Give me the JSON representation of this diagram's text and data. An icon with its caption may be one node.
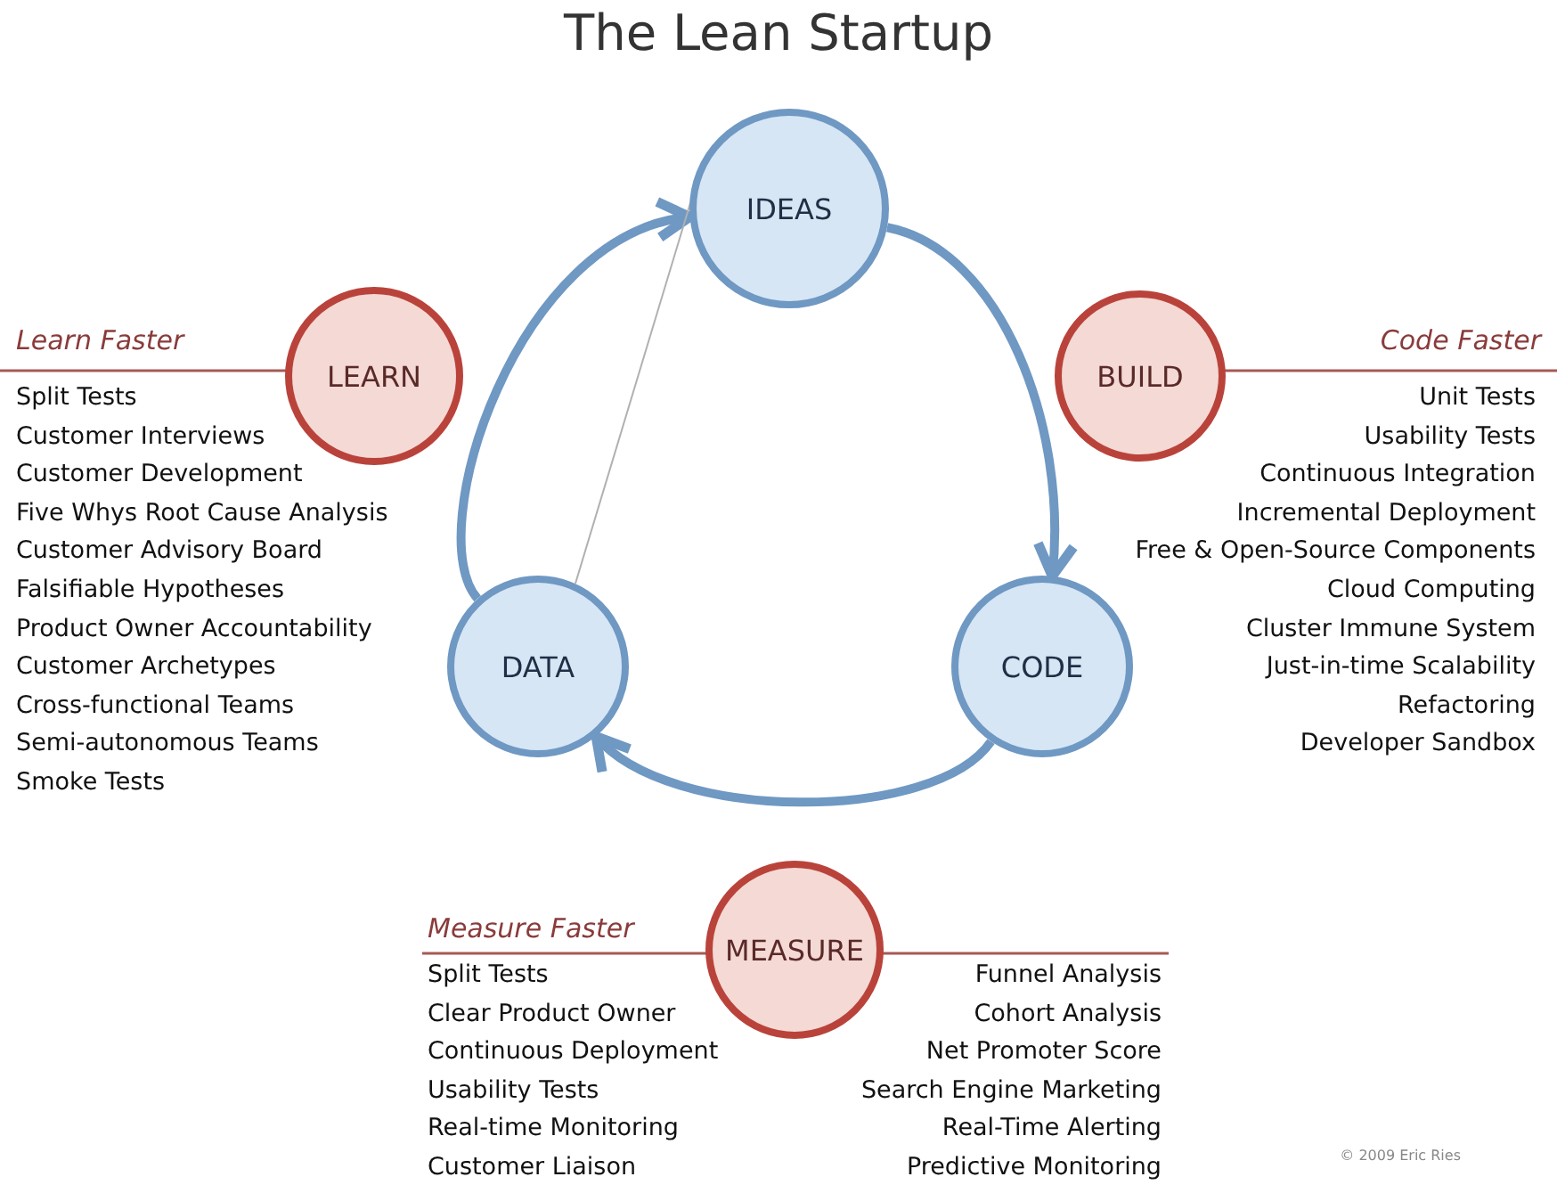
{
  "diagram": {
    "title": "The Lean Startup",
    "nodes": [
      {
        "text": [
          "IDEAS"
        ]
      },
      {
        "text": [
          "LEARN"
        ]
      },
      {
        "text": [
          "BUILD"
        ]
      },
      {
        "text": [
          "DATA"
        ]
      },
      {
        "text": [
          "CODE"
        ]
      },
      {
        "text": [
          "MEASURE"
        ]
      }
    ],
    "edges": [
      {
        "from": 0,
        "to": 4,
        "arrow": "to"
      },
      {
        "from": 4,
        "to": 3,
        "arrow": "to"
      },
      {
        "from": 3,
        "to": 0,
        "arrow": "to"
      },
      {
        "from": 3,
        "to": 0,
        "arrow": "none",
        "color": "#b0b0b0"
      }
    ],
    "labels": [
      "Learn Faster",
      "Split Tests",
      "Customer Interviews",
      "Customer Development",
      "Five Whys Root Cause Analysis",
      "Customer Advisory Board",
      "Falsifiable Hypotheses",
      "Product Owner Accountability",
      "Customer Archetypes",
      "Cross-functional Teams",
      "Semi-autonomous Teams",
      "Smoke Tests",
      "Code Faster",
      "Unit Tests",
      "Usability Tests",
      "Continuous Integration",
      "Incremental Deployment",
      "Free & Open-Source Components",
      "Cloud Computing",
      "Cluster Immune System",
      "Just-in-time Scalability",
      "Refactoring",
      "Developer Sandbox",
      "Measure Faster",
      "Split Tests",
      "Clear Product Owner",
      "Continuous Deployment",
      "Usability Tests",
      "Real-time Monitoring",
      "Customer Liaison",
      "Funnel Analysis",
      "Cohort Analysis",
      "Net Promoter Score",
      "Search Engine Marketing",
      "Real-Time Alerting",
      "Predictive Monitoring",
      "© 2009 Eric Ries"
    ]
  }
}
